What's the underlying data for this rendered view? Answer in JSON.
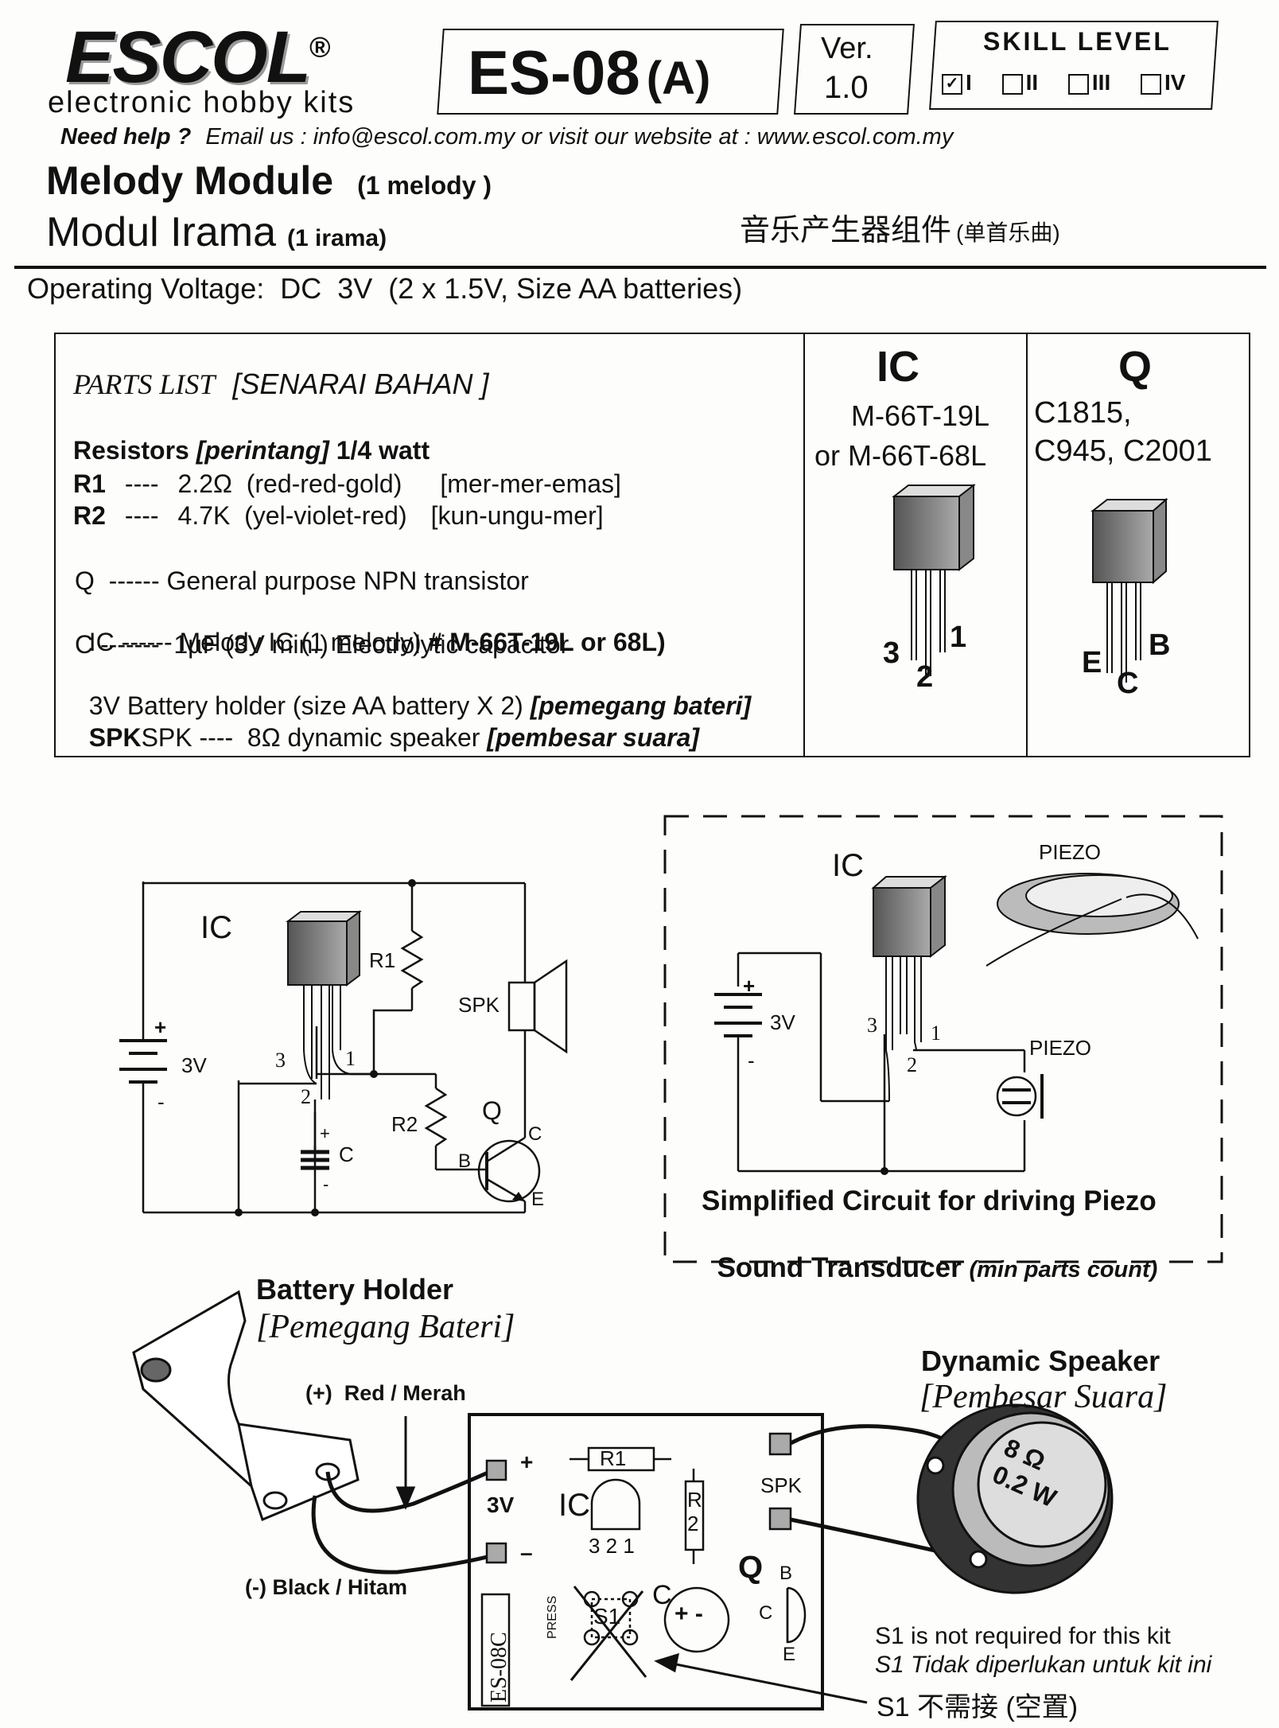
{
  "header": {
    "brand": "ESCOL",
    "registered": "®",
    "tagline": "electronic hobby kits",
    "model": "ES-08",
    "model_variant": "(A)",
    "version_label": "Ver.",
    "version_value": "1.0",
    "skill_level_title": "SKILL LEVEL",
    "skill_levels": [
      {
        "label": "I",
        "checked": true
      },
      {
        "label": "II",
        "checked": false
      },
      {
        "label": "III",
        "checked": false
      },
      {
        "label": "IV",
        "checked": false
      }
    ],
    "help_prefix": "Need help ?",
    "help_text": "Email us : info@escol.com.my or visit our website at : www.escol.com.my"
  },
  "title": {
    "en": "Melody Module",
    "en_sub": "(1 melody )",
    "ms": "Modul Irama",
    "ms_sub": "(1 irama)",
    "zh": "音乐产生器组件",
    "zh_sub": "(单首乐曲)"
  },
  "operating_voltage": "Operating Voltage:  DC  3V  (2 x 1.5V, Size AA batteries)",
  "parts": {
    "title": "PARTS LIST",
    "title_ms": "[SENARAI BAHAN ]",
    "resistors_head": "Resistors",
    "resistors_head_ms": "[perintang]",
    "resistors_watt": "1/4 watt",
    "r1_code": "R1",
    "r1_dash": "----",
    "r1_value": "2.2Ω  (red-red-gold)",
    "r1_ms": "[mer-mer-emas]",
    "r2_code": "R2",
    "r2_dash": "----",
    "r2_value": "4.7K  (yel-violet-red)",
    "r2_ms": "[kun-ungu-mer]",
    "q_line": "Q  ------ General purpose NPN transistor",
    "ic_line_a": "IC ------ Melody IC (1 melody) ",
    "ic_line_b": "# M-66T-19L or 68L)",
    "c_line": "C -------  1µF (3V min.) Electrolytic capacitor",
    "bat_line": "3V Battery holder (size AA battery X 2) ",
    "bat_line_ms": "[pemegang bateri]",
    "spk_line": "SPK ----  8Ω dynamic speaker ",
    "spk_line_ms": "[pembesar suara]"
  },
  "ic_panel": {
    "title": "IC",
    "part1": "M-66T-19L",
    "part2": "or M-66T-68L",
    "pin3": "3",
    "pin2": "2",
    "pin1": "1"
  },
  "q_panel": {
    "title": "Q",
    "part1": "C1815,",
    "part2": "C945, C2001",
    "pin_e": "E",
    "pin_c": "C",
    "pin_b": "B"
  },
  "schematic": {
    "ic": "IC",
    "r1": "R1",
    "r2": "R2",
    "spk": "SPK",
    "v": "3V",
    "plus": "+",
    "minus": "-",
    "c": "C",
    "c_plus": "+",
    "c_minus": "-",
    "q": "Q",
    "b": "B",
    "cq": "C",
    "e": "E",
    "p3": "3",
    "p2": "2",
    "p1": "1"
  },
  "piezo_box": {
    "ic": "IC",
    "piezo_top": "PIEZO",
    "piezo": "PIEZO",
    "v": "3V",
    "plus": "+",
    "minus": "-",
    "p3": "3",
    "p2": "2",
    "p1": "1",
    "caption1": "Simplified Circuit for driving Piezo",
    "caption2_a": "Sound Transducer ",
    "caption2_b": "(min parts count)"
  },
  "assembly": {
    "battery_title": "Battery Holder",
    "battery_title_ms": "[Pemegang Bateri]",
    "red": "(+)  Red / Merah",
    "black": "(-) Black / Hitam",
    "speaker_title": "Dynamic Speaker",
    "speaker_title_ms": "[Pembesar Suara]",
    "speaker_ohm": "8 Ω",
    "speaker_watt": "0.2 W",
    "pcb": {
      "plus": "+",
      "minus": "–",
      "v": "3V",
      "r1": "R1",
      "r2": "R\n2",
      "ic": "IC",
      "ic_pins": "3 2 1",
      "spk": "SPK",
      "c": "C",
      "c_pm": "+ -",
      "q": "Q",
      "qb": "B",
      "qc": "C",
      "qe": "E",
      "s1": "S1",
      "press": "PRESS",
      "code": "ES-08C"
    },
    "note1": "S1 is not required for this kit",
    "note2": "S1 Tidak diperlukan untuk kit ini",
    "note3": "S1 不需接 (空置)"
  }
}
